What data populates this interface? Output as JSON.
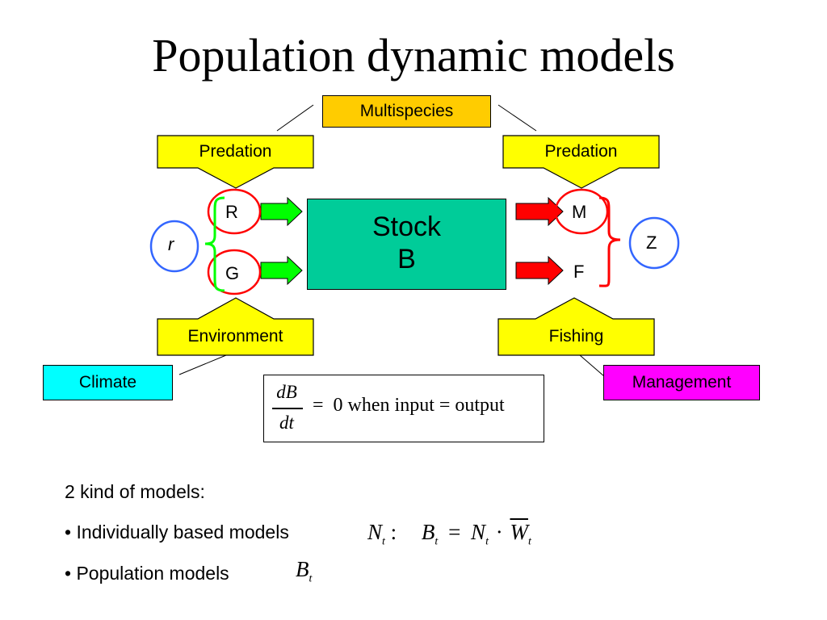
{
  "title": "Population dynamic models",
  "boxes": {
    "multispecies": "Multispecies",
    "predation_left": "Predation",
    "predation_right": "Predation",
    "environment": "Environment",
    "fishing": "Fishing",
    "climate": "Climate",
    "management": "Management"
  },
  "stock": {
    "line1": "Stock",
    "line2": "B"
  },
  "inputs": {
    "r": "r",
    "R": "R",
    "G": "G"
  },
  "outputs": {
    "Z": "Z",
    "M": "M",
    "F": "F"
  },
  "equation": {
    "numerator": "dB",
    "denominator": "dt",
    "rest": "=  0 when input = output"
  },
  "models": {
    "heading": "2 kind of models:",
    "individual": "• Individually based models",
    "population": "• Population models",
    "individual_formula_lhs": "N",
    "individual_formula_sub": "t",
    "individual_formula_colon": ":",
    "formula_B": "B",
    "formula_eq": "=",
    "formula_N": "N",
    "formula_dot": "·",
    "formula_W": "W",
    "pop_formula": "B",
    "pop_formula_sub": "t"
  },
  "colors": {
    "yellow": "#ffff00",
    "gold": "#ffcc00",
    "stock": "#00cc99",
    "climate": "#00ffff",
    "management": "#ff00ff",
    "green_arrow": "#00ff00",
    "red_arrow": "#ff0000",
    "red_circle": "#ff0000",
    "blue_circle": "#3366ff"
  }
}
